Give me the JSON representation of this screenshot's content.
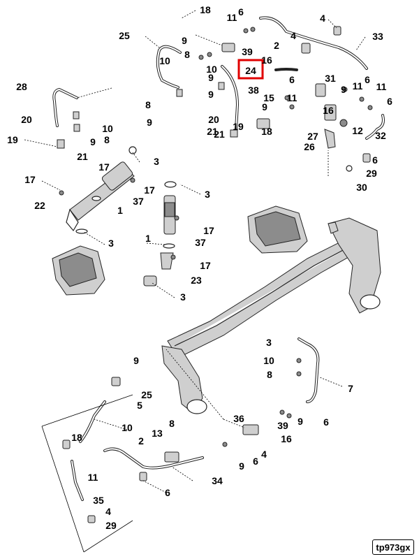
{
  "diagram": {
    "reference_tag": "tp973gx",
    "highlighted_callout": "24",
    "highlight_color": "#e00000",
    "callouts": [
      "18",
      "25",
      "9",
      "11",
      "6",
      "4",
      "33",
      "10",
      "8",
      "39",
      "2",
      "10",
      "16",
      "4",
      "24",
      "9",
      "6",
      "28",
      "38",
      "31",
      "9",
      "11",
      "6",
      "9",
      "15",
      "11",
      "9",
      "11",
      "6",
      "16",
      "8",
      "20",
      "19",
      "18",
      "27",
      "26",
      "12",
      "32",
      "9",
      "10",
      "20",
      "9",
      "21",
      "21",
      "6",
      "8",
      "3",
      "29",
      "30",
      "19",
      "21",
      "17",
      "17",
      "3",
      "17",
      "3",
      "22",
      "1",
      "37",
      "17",
      "1",
      "37",
      "3",
      "17",
      "23",
      "3",
      "10",
      "8",
      "9",
      "7",
      "25",
      "5",
      "6",
      "10",
      "36",
      "39",
      "9",
      "8",
      "16",
      "18",
      "13",
      "2",
      "4",
      "9",
      "6",
      "11",
      "34",
      "35",
      "6",
      "4",
      "29",
      "30"
    ]
  }
}
